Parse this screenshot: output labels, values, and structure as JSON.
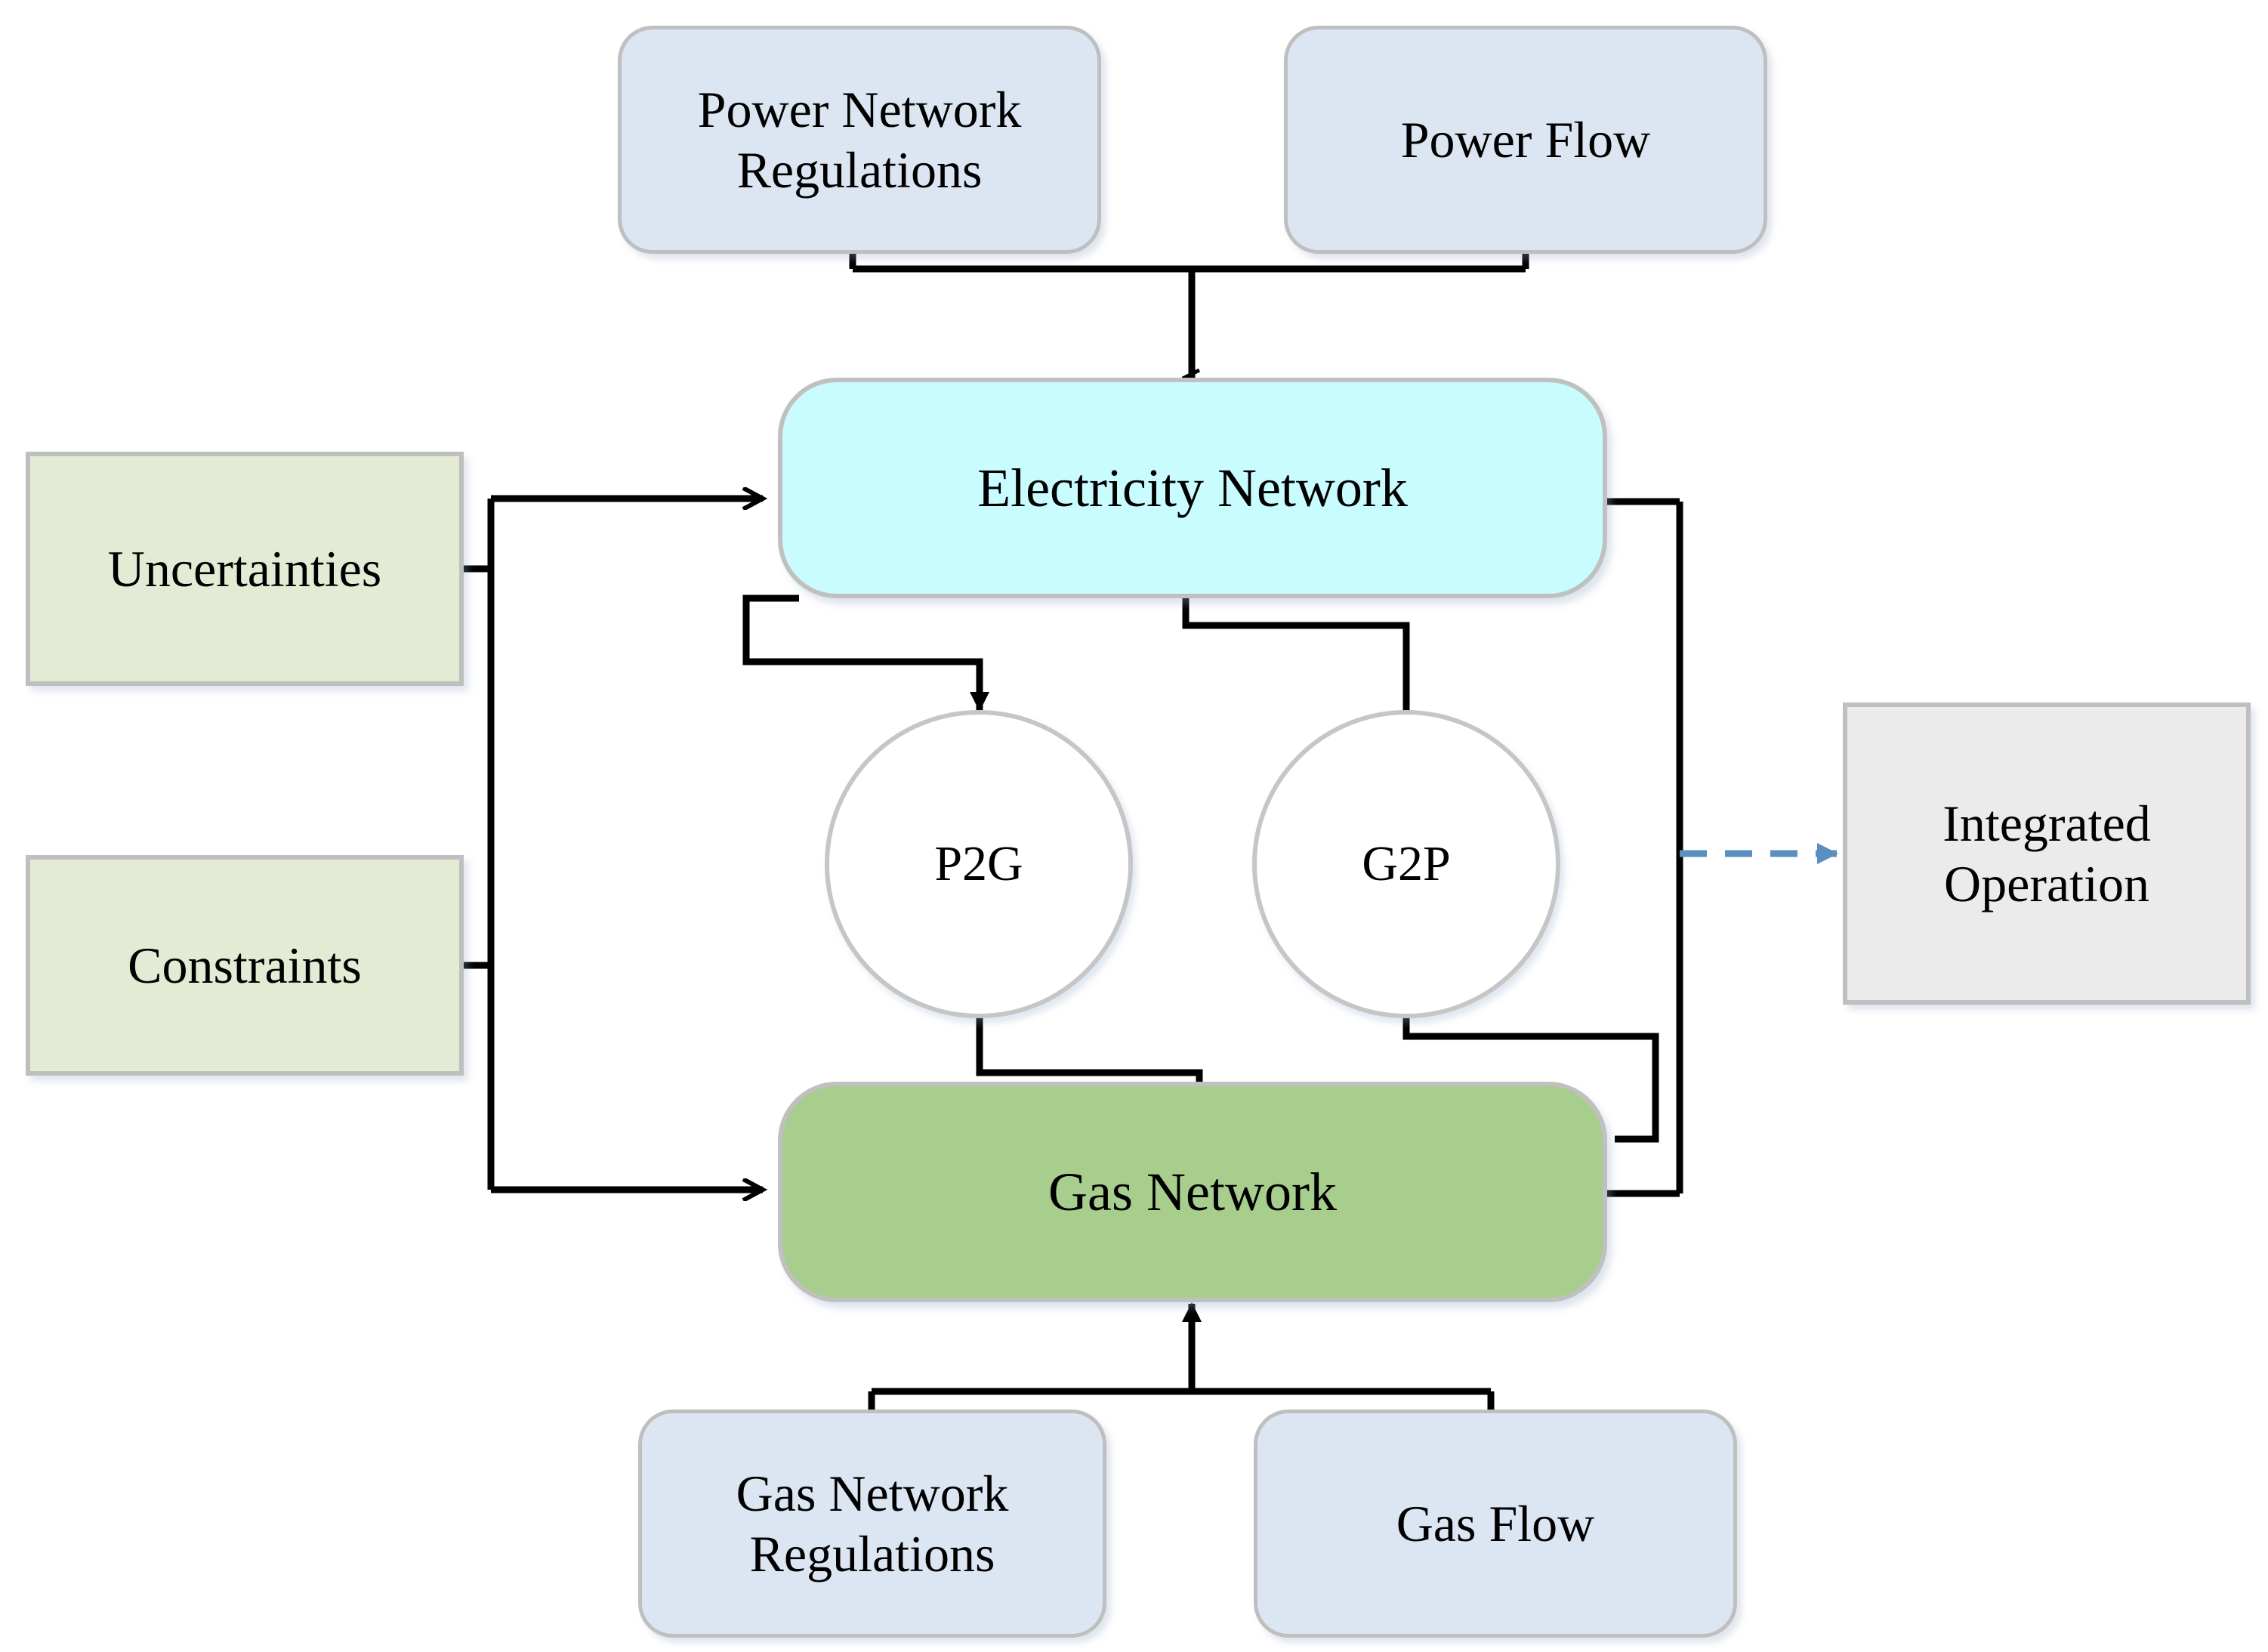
{
  "diagram": {
    "title": "Integrated Electricity and Gas Network Operation Framework",
    "colors": {
      "card_blue_fill": "#DCE6F2",
      "card_green_light_fill": "#E3EBD5",
      "cyan_fill": "#C9FCFF",
      "green_fill": "#A8CE8E",
      "gray_fill": "#EBEBEB",
      "circle_fill": "#FFFFFF",
      "border_gray": "#BFBFBF",
      "connector_black": "#000000",
      "dashed_arrow_blue": "#5B8FC0"
    },
    "nodes": {
      "power_network_regulations": "Power Network\nRegulations",
      "power_flow": "Power Flow",
      "electricity_network": "Electricity Network",
      "uncertainties": "Uncertainties",
      "constraints": "Constraints",
      "p2g": "P2G",
      "g2p": "G2P",
      "gas_network": "Gas Network",
      "integrated_operation": "Integrated\nOperation",
      "gas_network_regulations": "Gas Network\nRegulations",
      "gas_flow": "Gas Flow"
    },
    "connections": [
      {
        "from": "power_network_regulations",
        "to": "electricity_network",
        "style": "solid",
        "arrow": "down"
      },
      {
        "from": "power_flow",
        "to": "electricity_network",
        "style": "solid",
        "arrow": "down"
      },
      {
        "from": "uncertainties",
        "to": "electricity_network",
        "style": "solid",
        "arrow": "right"
      },
      {
        "from": "uncertainties",
        "to": "gas_network",
        "style": "solid",
        "arrow": "right"
      },
      {
        "from": "constraints",
        "to": "electricity_network",
        "style": "solid",
        "arrow": "right"
      },
      {
        "from": "constraints",
        "to": "gas_network",
        "style": "solid",
        "arrow": "right"
      },
      {
        "from": "electricity_network",
        "to": "p2g",
        "style": "solid",
        "arrow": "down"
      },
      {
        "from": "p2g",
        "to": "gas_network",
        "style": "solid",
        "arrow": "down"
      },
      {
        "from": "gas_network",
        "to": "g2p",
        "style": "solid",
        "arrow": "up"
      },
      {
        "from": "g2p",
        "to": "electricity_network",
        "style": "solid",
        "arrow": "up"
      },
      {
        "from": "electricity_network",
        "to": "integrated_operation",
        "style": "dashed",
        "arrow": "right"
      },
      {
        "from": "gas_network",
        "to": "integrated_operation",
        "style": "dashed",
        "arrow": "right"
      },
      {
        "from": "gas_network_regulations",
        "to": "gas_network",
        "style": "solid",
        "arrow": "up"
      },
      {
        "from": "gas_flow",
        "to": "gas_network",
        "style": "solid",
        "arrow": "up"
      }
    ]
  }
}
